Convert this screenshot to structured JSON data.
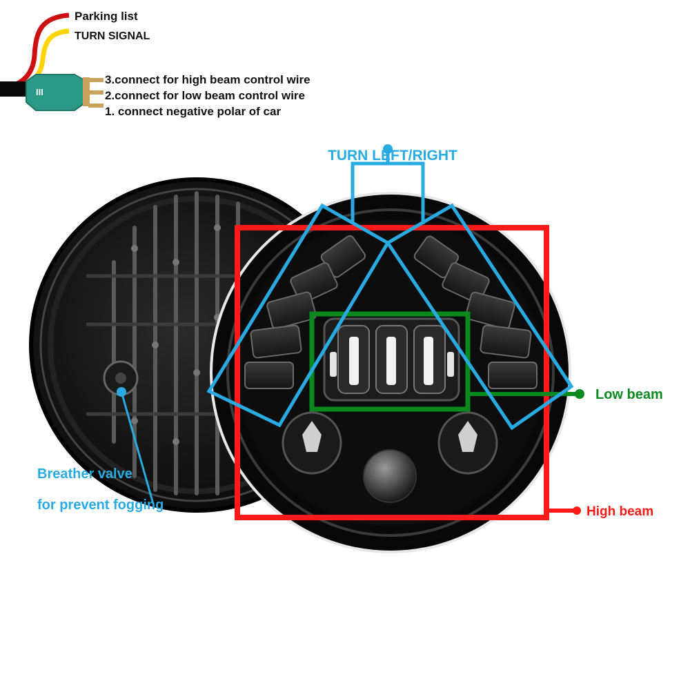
{
  "wiring": {
    "parking_label": "Parking list",
    "turn_signal_label": "TURN SIGNAL",
    "plug_marking": "III",
    "pin3_label": "3.connect for high beam control wire",
    "pin2_label": "2.connect for low beam control wire",
    "pin1_label": "1. connect negative polar of car",
    "colors": {
      "parking_wire": "#cc1010",
      "turn_wire": "#ffd400",
      "plug": "#2a9a86",
      "pins": "#c9a25c"
    }
  },
  "callouts": {
    "turn": {
      "label": "TURN LEFT/RIGHT",
      "color": "#29abe2"
    },
    "low_beam": {
      "label": "Low beam",
      "color": "#0a8a1e"
    },
    "high_beam": {
      "label": "High beam",
      "color": "#ff1a1a"
    },
    "breather": {
      "line1": "Breather valve",
      "line2": "for prevent fogging",
      "color": "#29abe2"
    }
  }
}
